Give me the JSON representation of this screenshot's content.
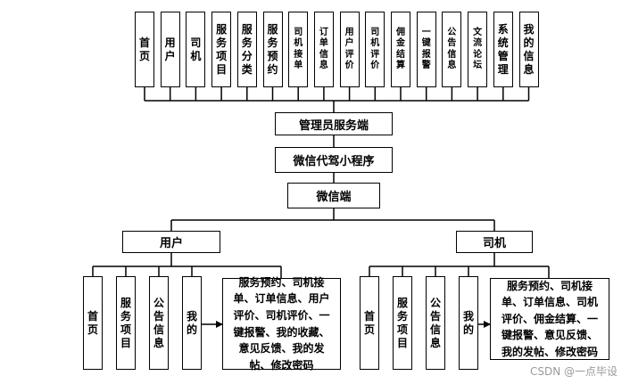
{
  "top_modules": [
    "首页",
    "用户",
    "司机",
    "服务项目",
    "服务分类",
    "服务预约",
    "司机接单",
    "订单信息",
    "用户评价",
    "司机评价",
    "佣金结算",
    "一键报警",
    "公告信息",
    "文流论坛",
    "系统管理",
    "我的信息"
  ],
  "admin_label": "管理员服务端",
  "app_label": "微信代驾小程序",
  "wechat_label": "微信端",
  "user": {
    "label": "用户",
    "modules": [
      "首页",
      "服务项目",
      "公告信息",
      "我的"
    ],
    "detail": "服务预约、司机接单、订单信息、用户评价、司机评价、一键报警、我的收藏、意见反馈、我的发帖、修改密码"
  },
  "driver": {
    "label": "司机",
    "modules": [
      "首页",
      "服务项目",
      "公告信息",
      "我的"
    ],
    "detail": "服务预约、司机接单、订单信息、司机评价、佣金结算、一键报警、意见反馈、我的发帖、修改密码"
  },
  "watermark": "CSDN @一点毕设"
}
